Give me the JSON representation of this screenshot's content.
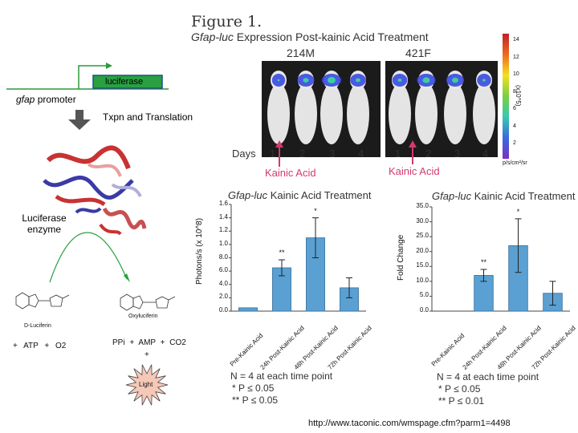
{
  "figure": {
    "title": "Figure 1.",
    "subtitle_gene": "Gfap-luc",
    "subtitle_rest": " Expression Post-kainic Acid Treatment"
  },
  "imaging": {
    "strains": [
      "214M",
      "421F"
    ],
    "days_label": "Days",
    "days": [
      "1",
      "2",
      "3",
      "4"
    ],
    "kainic_label": "Kainic Acid",
    "colorbar_ticks": [
      "14",
      "12",
      "10",
      "8",
      "6",
      "4",
      "2"
    ],
    "colorbar_unit": "(x10^5)",
    "colorbar_footer": "p/s/cm²/sr",
    "colorbar_colors": [
      "#c0202a",
      "#ee6a1e",
      "#f4e020",
      "#78d040",
      "#38c8b0",
      "#3a6ae0",
      "#7a30c0"
    ]
  },
  "diagram": {
    "luciferase_box": "luciferase",
    "promoter_gene": "gfap",
    "promoter_rest": " promoter",
    "txpn_label": "Txpn and Translation",
    "enzyme_label": "Luciferase enzyme",
    "luciferin_label": "D-Luciferin",
    "oxyluciferin_label": "Oxyluciferin",
    "reactants": "+ ATP + O2",
    "products": "PPi + AMP + CO2",
    "plus": "+",
    "light_label": "Light"
  },
  "chart_data": [
    {
      "type": "bar",
      "title_gene": "Gfap-luc",
      "title_rest": " Kainic Acid Treatment",
      "ylabel": "Photons/s (x 10^8)",
      "categories": [
        "Pre-Kainic Acid",
        "24h Post-Kainic Acid",
        "48h Post-Kainic Acid",
        "72h Post-Kainic Acid"
      ],
      "values": [
        0.05,
        0.65,
        1.1,
        0.35
      ],
      "errors": [
        0,
        0.12,
        0.3,
        0.15
      ],
      "significance": [
        "",
        "**",
        "*",
        ""
      ],
      "ylim": [
        0,
        1.6
      ],
      "yticks": [
        "0.0",
        "2.0",
        "4.0",
        "6.0",
        "8.0",
        "1.0",
        "1.2",
        "1.4",
        "1.6"
      ],
      "bar_color": "#5aa0d2",
      "footnote": [
        "N = 4 at each time point",
        "*  P ≤ 0.05",
        "**  P ≤ 0.05"
      ]
    },
    {
      "type": "bar",
      "title_gene": "Gfap-luc",
      "title_rest": " Kainic Acid Treatment",
      "ylabel": "Fold Change",
      "categories": [
        "Pre-Kainic Acid",
        "24h Post-Kainic Acid",
        "48h Post-Kainic Acid",
        "72h Post-Kainic Acid"
      ],
      "values": [
        0,
        12,
        22,
        6
      ],
      "errors": [
        0,
        2,
        9,
        4
      ],
      "significance": [
        "",
        "**",
        "*",
        ""
      ],
      "ylim": [
        0,
        35
      ],
      "yticks": [
        "0.0",
        "5.0",
        "10.0",
        "15.0",
        "20.0",
        "25.0",
        "30.0",
        "35.0"
      ],
      "bar_color": "#5aa0d2",
      "footnote": [
        "N = 4 at each time point",
        "*  P ≤ 0.05",
        "**  P ≤ 0.01"
      ]
    }
  ],
  "source_url": "http://www.taconic.com/wmspage.cfm?parm1=4498"
}
